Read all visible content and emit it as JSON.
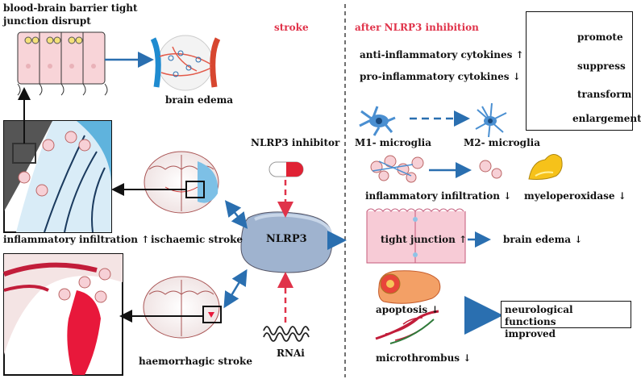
{
  "left": {
    "bbb_line1": "blood-brain barrier  tight",
    "bbb_line2": "junction disrupt",
    "brain_edema": "brain edema",
    "inflam_infiltration": "inflammatory infiltration ↑",
    "ischaemic_stroke": "ischaemic stroke",
    "haemorrhagic_stroke": "haemorrhagic stroke"
  },
  "center": {
    "stroke_label": "stroke",
    "inhibitor_label": "NLRP3 inhibitor",
    "nlrp3_label": "NLRP3",
    "rnai_label": "RNAi"
  },
  "right": {
    "heading": "after NLRP3 inhibition",
    "anti_cytokines": "anti-inflammatory cytokines ↑",
    "pro_cytokines": "pro-inflammatory cytokines ↓",
    "m1": "M1- microglia",
    "m2": "M2- microglia",
    "inflam_infiltration": "inflammatory infiltration ↓",
    "myeloperoxidase": "myeloperoxidase ↓",
    "tight_junction": "tight junction ↑",
    "brain_edema": "brain edema ↓",
    "apoptosis": "apoptosis ↓",
    "microthrombus": "microthrombus ↓",
    "neuro_line1": "neurological functions",
    "neuro_line2": "improved"
  },
  "legend": {
    "promote": "promote",
    "suppress": "suppress",
    "transform": "transform",
    "enlargement": "enlargement"
  },
  "colors": {
    "promote": "#2a6fb0",
    "suppress": "#e0334a",
    "enlargement": "#111111",
    "nlrp3_body": "#9fb3cf"
  }
}
